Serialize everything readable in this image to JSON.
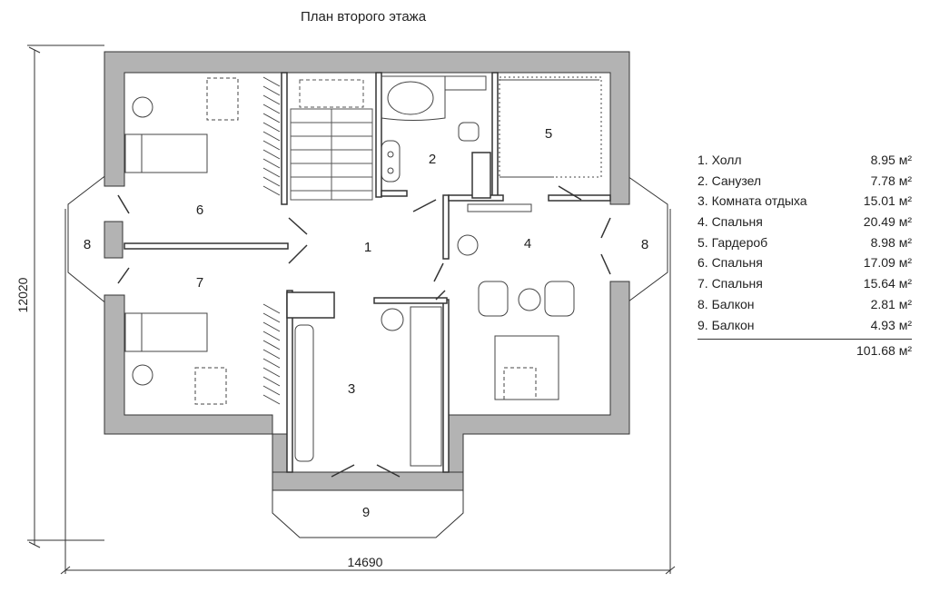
{
  "title": "План второго этажа",
  "dimensions": {
    "width": "14690",
    "height": "12020"
  },
  "room_labels": [
    "1",
    "2",
    "3",
    "4",
    "5",
    "6",
    "7",
    "8",
    "8",
    "9"
  ],
  "legend": [
    {
      "name": "1. Холл",
      "area": "8.95 м²"
    },
    {
      "name": "2. Санузел",
      "area": "7.78 м²"
    },
    {
      "name": "3. Комната отдыха",
      "area": "15.01 м²"
    },
    {
      "name": "4. Спальня",
      "area": "20.49 м²"
    },
    {
      "name": "5. Гардероб",
      "area": "8.98 м²"
    },
    {
      "name": "6. Спальня",
      "area": "17.09 м²"
    },
    {
      "name": "7. Спальня",
      "area": "15.64 м²"
    },
    {
      "name": "8. Балкон",
      "area": "2.81 м²"
    },
    {
      "name": "9. Балкон",
      "area": "4.93 м²"
    }
  ],
  "total": "101.68 м²",
  "colors": {
    "wall": "#b3b3b3",
    "line": "#333333"
  }
}
